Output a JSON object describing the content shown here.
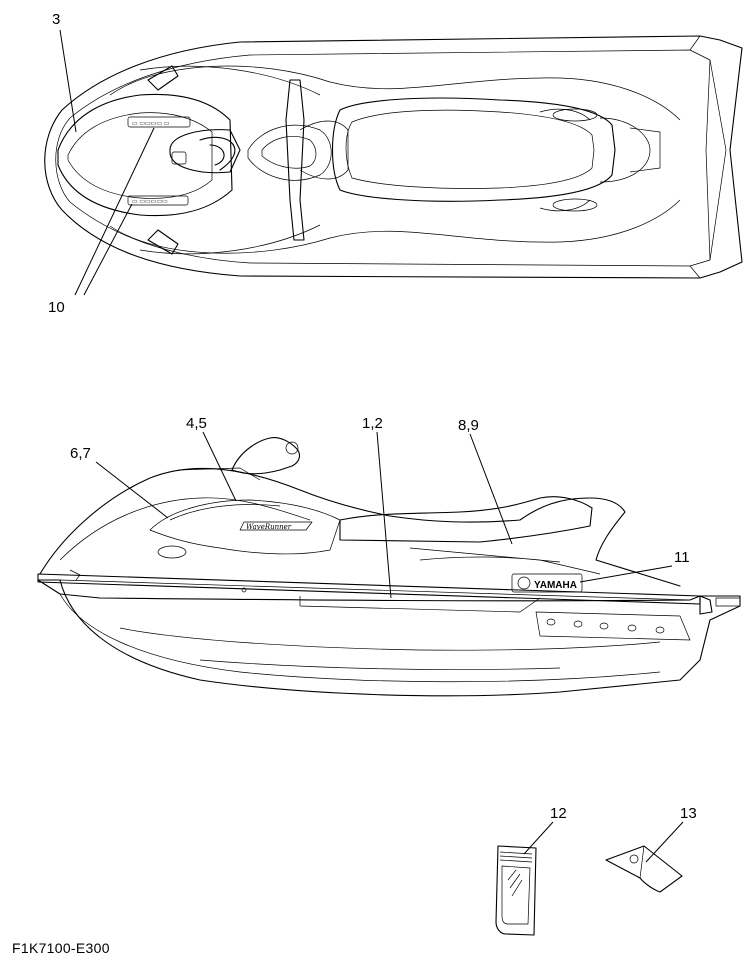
{
  "callouts": {
    "c3": "3",
    "c10": "10",
    "c45": "4,5",
    "c12": "1,2",
    "c89": "8,9",
    "c67": "6,7",
    "c11": "11",
    "c12b": "12",
    "c13": "13"
  },
  "decals": {
    "brand": "YAMAHA",
    "model": "WaveRunner"
  },
  "footer": {
    "drawing_code": "F1K7100-E300"
  }
}
